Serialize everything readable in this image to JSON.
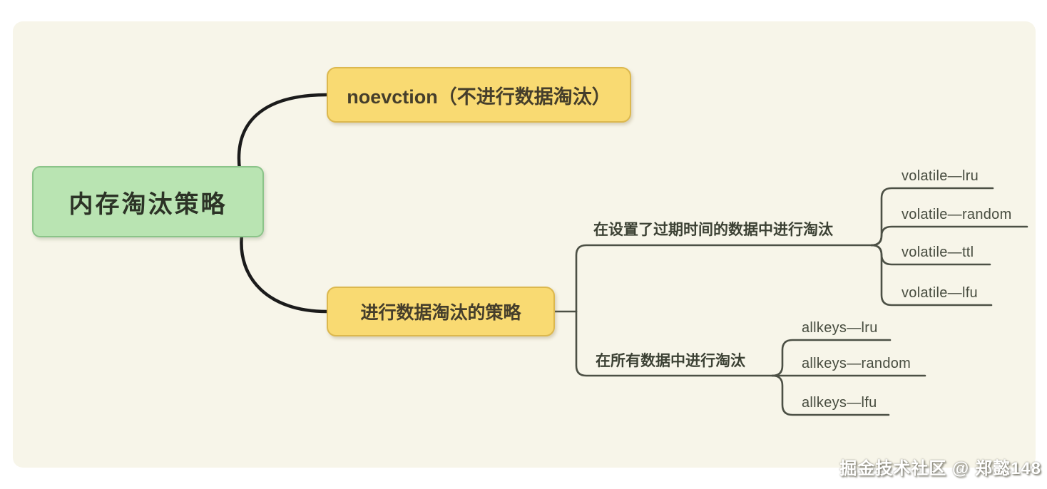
{
  "watermark": "掘金技术社区 @ 郑懿148",
  "colors": {
    "canvas_background": "#f7f5e9",
    "page_background": "#ffffff",
    "root_fill": "#b9e4b2",
    "root_border": "#8bc489",
    "branch_fill": "#f9da72",
    "branch_border": "#dcb84e",
    "root_connector": "#1b1b1b",
    "branch_connector": "#4c5045",
    "text_dark": "#353a2b"
  },
  "mindmap": {
    "root": {
      "label": "内存淘汰策略"
    },
    "branches": [
      {
        "label": "noevction（不进行数据淘汰）"
      },
      {
        "label": "进行数据淘汰的策略",
        "children": [
          {
            "label": "在设置了过期时间的数据中进行淘汰",
            "children": [
              {
                "label": "volatile—lru"
              },
              {
                "label": "volatile—random"
              },
              {
                "label": "volatile—ttl"
              },
              {
                "label": "volatile—lfu"
              }
            ]
          },
          {
            "label": "在所有数据中进行淘汰",
            "children": [
              {
                "label": "allkeys—lru"
              },
              {
                "label": "allkeys—random"
              },
              {
                "label": "allkeys—lfu"
              }
            ]
          }
        ]
      }
    ]
  }
}
